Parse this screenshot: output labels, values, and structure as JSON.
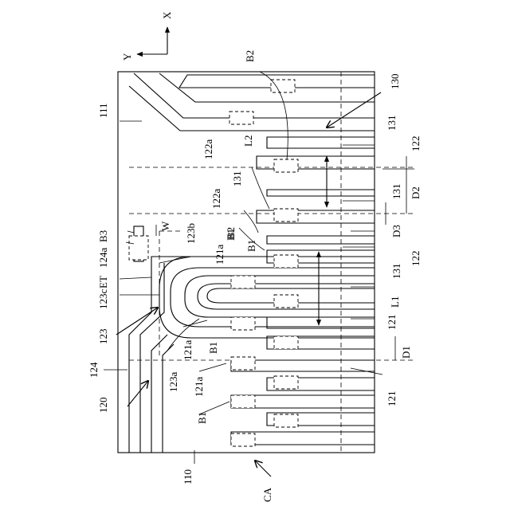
{
  "figure": {
    "axes": {
      "x": "X",
      "y": "Y"
    },
    "labels": {
      "l110": "110",
      "l111": "111",
      "l120": "120",
      "l121_top": "121",
      "l121_bottom": "121",
      "l121a_1": "121a",
      "l121a_2": "121a",
      "l121a_3": "121a",
      "l122_top": "122",
      "l122_bottom": "122",
      "l122a_1": "122a",
      "l122a_2": "122a",
      "l123": "123",
      "l123a": "123a",
      "l123b": "123b",
      "l123c": "123c",
      "l124": "124",
      "l124a": "124a",
      "l130": "130",
      "l131_1": "131",
      "l131_2": "131",
      "l131_3": "131",
      "l131_4": "131",
      "lB1_1": "B1",
      "lB1_2": "B1",
      "lB1_3": "B1",
      "lB1_4": "B1",
      "lB2_top": "B2",
      "lB2_mid": "B2",
      "lB3": "B3",
      "lD1": "D1",
      "lD2": "D2",
      "lD3": "D3",
      "lL1": "L1",
      "lL2": "L2",
      "lW": "W",
      "lET": "ET",
      "lCA": "CA"
    }
  }
}
